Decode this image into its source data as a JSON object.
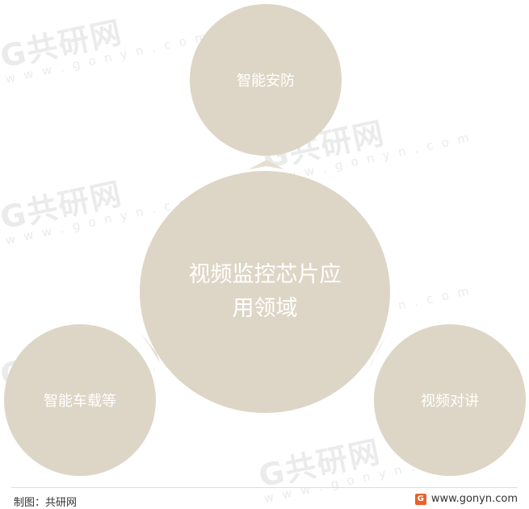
{
  "diagram": {
    "center": {
      "line1": "视频监控芯片应",
      "line2": "用领域"
    },
    "nodes": {
      "top": "智能安防",
      "left": "智能车载等",
      "right": "视频对讲"
    }
  },
  "footer": {
    "credit": "制图：共研网",
    "site": "www.gonyn.com",
    "logo_letter": "G"
  },
  "watermark": {
    "brand": "G共研网",
    "url": "w w w . g o n y n . c o m"
  },
  "colors": {
    "circle": "#ddd6c6",
    "connector": "#e6ded0",
    "logo": "#e8622a"
  }
}
